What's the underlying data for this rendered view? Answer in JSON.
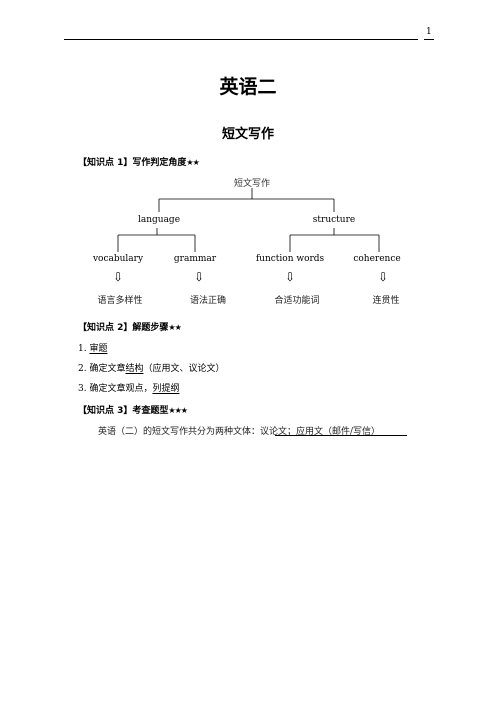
{
  "header": {
    "page_number": "1"
  },
  "title": "英语二",
  "subtitle": "短文写作",
  "kp1": {
    "label": "【知识点 1】写作判定角度",
    "stars": "★★"
  },
  "tree": {
    "root": "短文写作",
    "level1": [
      "language",
      "structure"
    ],
    "level2": [
      "vocabulary",
      "grammar",
      "function words",
      "coherence"
    ],
    "arrow": "⇩",
    "level3": [
      "语言多样性",
      "语法正确",
      "合适功能词",
      "连贯性"
    ]
  },
  "kp2": {
    "label": "【知识点 2】解题步骤",
    "stars": "★★",
    "steps": [
      {
        "num": "1. ",
        "underlined": "审题",
        "rest": ""
      },
      {
        "num": "2. 确定文章",
        "underlined": "结构",
        "rest": "（应用文、议论文）"
      },
      {
        "num": "3. 确定文章观点，",
        "underlined": "列提纲",
        "rest": ""
      }
    ]
  },
  "kp3": {
    "label": "【知识点 3】考查题型",
    "stars": "★★★",
    "sentence_prefix": "英语（二）的短文写作共分为两种文体：",
    "sentence_highlight": "议论文；应用文（邮件/写信）"
  }
}
